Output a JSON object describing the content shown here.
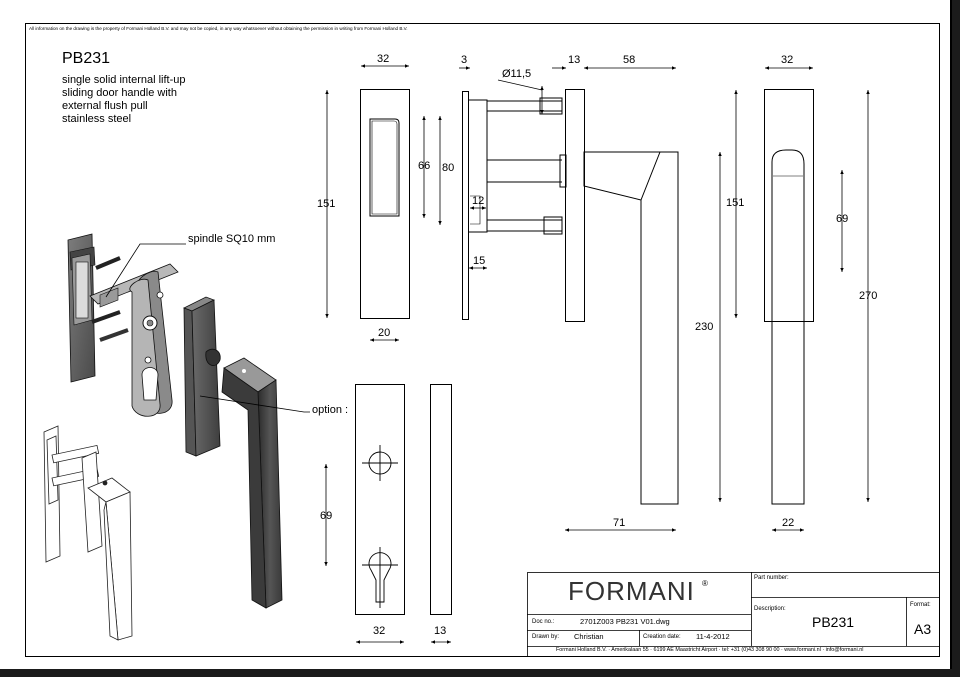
{
  "notice": "All information on the drawing is the property of Formani Holland B.V. and may not be copied, in any way whatsoever without obtaining the permission in writing from Formani Holland B.V.",
  "product": {
    "code": "PB231",
    "description_lines": [
      "single solid internal lift-up",
      "sliding door handle with",
      "external flush pull",
      "stainless steel"
    ]
  },
  "callouts": {
    "spindle": "spindle SQ10 mm",
    "option": "option :"
  },
  "dimensions": {
    "flush_width": "32",
    "flush_height": "151",
    "recess_outer": "80",
    "recess_inner": "66",
    "flush_bottom_width": "20",
    "plate_thickness": "3",
    "spindle_dia": "Ø11,5",
    "gap_12": "12",
    "gap_15": "15",
    "rose_thickness": "13",
    "lever_projection": "58",
    "rose_height": "151",
    "lever_length": "230",
    "lever_reach": "71",
    "side_width": "32",
    "side_69": "69",
    "side_270": "270",
    "side_22": "22",
    "option_69": "69",
    "option_width": "32",
    "option_thickness": "13"
  },
  "title_block": {
    "brand": "FORMANI",
    "registered": "®",
    "part_number_label": "Part number:",
    "description_label": "Description:",
    "description_value": "PB231",
    "format_label": "Format:",
    "format_value": "A3",
    "doc_no_label": "Doc no.:",
    "doc_no_value": "2701Z003 PB231 V01.dwg",
    "drawn_by_label": "Drawn by:",
    "drawn_by_value": "Christian",
    "creation_date_label": "Creation date:",
    "creation_date_value": "11-4-2012",
    "footer": "Formani Holland B.V. ·  Amerikalaan 55  · 6199 AE Maastricht Airport · tel: +31 (0)43 308 90 00 · www.formani.nl · info@formani.nl"
  },
  "icons": [
    "exploded-assembly-illustration",
    "assembled-handle-illustration",
    "crosshair-symbol",
    "cylinder-cutout-symbol"
  ]
}
